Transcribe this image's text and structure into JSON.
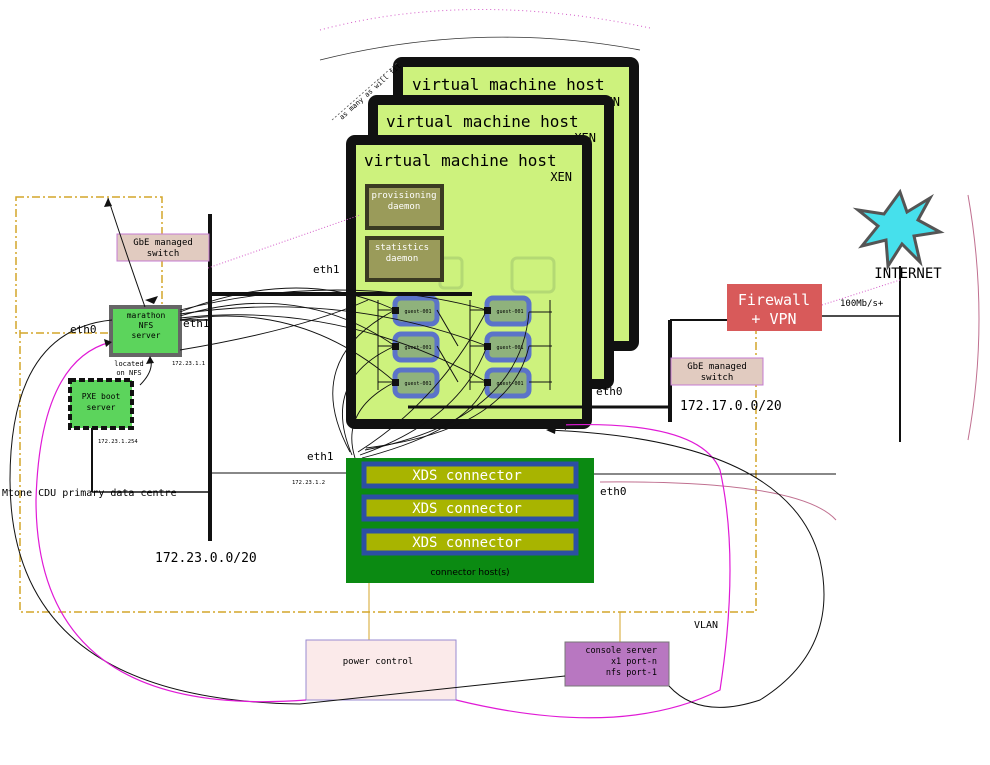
{
  "vm_host": {
    "title": "virtual machine host",
    "subtitle": "XEN",
    "provisioning": [
      "provisioning",
      "daemon"
    ],
    "statistics": [
      "statistics",
      "daemon"
    ],
    "guest_label": "guest-001"
  },
  "annotation_many": "as many as will fit",
  "internet": "INTERNET",
  "uplink_speed": "100Mb/s+",
  "firewall": [
    "Firewall",
    "+ VPN"
  ],
  "switch_left": [
    "GbE managed",
    "switch"
  ],
  "switch_right": [
    "GbE managed",
    "switch"
  ],
  "marathon": [
    "marathon",
    "NFS",
    "server"
  ],
  "located_note": [
    "located",
    "on NFS"
  ],
  "pxe": [
    "PXE boot",
    "server"
  ],
  "ips": {
    "marathon": "172.23.1.1",
    "pxe": "172.23.1.254",
    "xds": "172.23.1.2"
  },
  "networks": {
    "internal": "172.23.0.0/20",
    "external": "172.17.0.0/20"
  },
  "interfaces": {
    "eth0": "eth0",
    "eth1": "eth1"
  },
  "datacentre": "Mtone CDU primary data centre",
  "xds_label": "XDS connector",
  "connector_host": "connector host(s)",
  "vlan": "VLAN",
  "power_control": "power control",
  "console_server": [
    "console server",
    "x1 port-n",
    "nfs port-1"
  ],
  "colors": {
    "vm_fill": "#cdf27d",
    "xds_bg": "#0b8a12",
    "xds_bar": "#a8b400",
    "xds_border": "#2c4fa3",
    "guest_border": "#5b73c9",
    "firewall": "#d85a5a",
    "switch": "#e1cbc0",
    "marathon": "#5cd45c",
    "console": "#b877c1",
    "power": "#fbeaea",
    "vlan": "#d4a62a",
    "magenta": "#e01ad6",
    "star": "#46e0ec"
  }
}
